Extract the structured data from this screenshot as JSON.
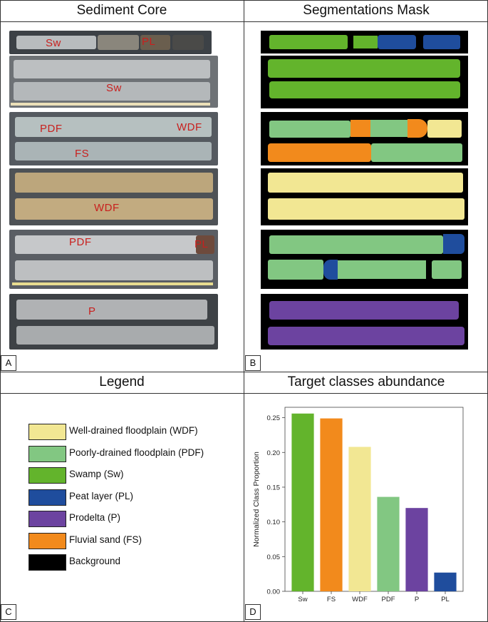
{
  "panels": {
    "a_title": "Sediment Core",
    "b_title": "Segmentations Mask",
    "c_title": "Legend",
    "d_title": "Target classes abundance",
    "tag_a": "A",
    "tag_b": "B",
    "tag_c": "C",
    "tag_d": "D"
  },
  "core_labels": [
    "Sw",
    "PL",
    "Sw",
    "PDF",
    "WDF",
    "FS",
    "WDF",
    "PDF",
    "PL",
    "P"
  ],
  "legend": [
    {
      "label": "Well-drained floodplain (WDF)",
      "color": "#f2e793"
    },
    {
      "label": "Poorly-drained floodplain (PDF)",
      "color": "#82c782"
    },
    {
      "label": "Swamp (Sw)",
      "color": "#63b42c"
    },
    {
      "label": "Peat layer (PL)",
      "color": "#1f4d9d"
    },
    {
      "label": "Prodelta (P)",
      "color": "#6c43a0"
    },
    {
      "label": "Fluvial sand (FS)",
      "color": "#f28a1c"
    },
    {
      "label": "Background",
      "color": "#000000"
    }
  ],
  "chart_data": {
    "type": "bar",
    "title": "",
    "xlabel": "",
    "ylabel": "Normalized Class Proportion",
    "categories": [
      "Sw",
      "FS",
      "WDF",
      "PDF",
      "P",
      "PL"
    ],
    "values": [
      0.256,
      0.249,
      0.208,
      0.136,
      0.12,
      0.027
    ],
    "colors": [
      "#63b42c",
      "#f28a1c",
      "#f2e793",
      "#82c782",
      "#6c43a0",
      "#1f4d9d"
    ],
    "ylim": [
      0,
      0.265
    ],
    "yticks": [
      "0.00",
      "0.05",
      "0.10",
      "0.15",
      "0.20",
      "0.25"
    ],
    "grid": false
  }
}
